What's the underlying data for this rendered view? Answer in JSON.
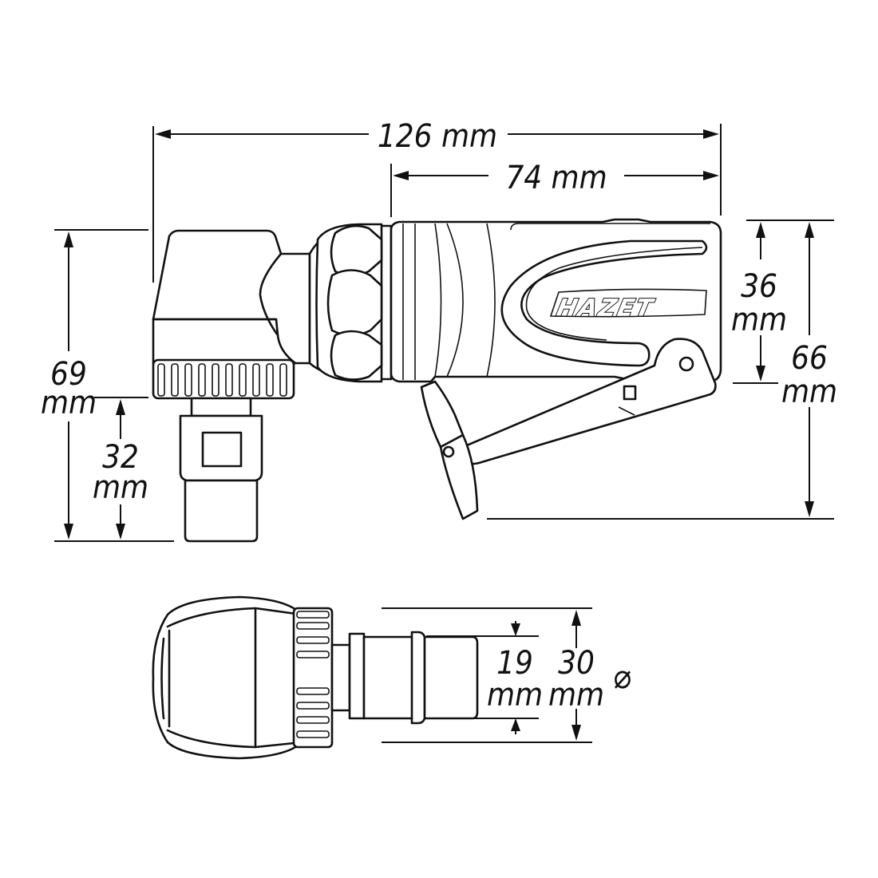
{
  "brand": {
    "logo_text": "HAZET"
  },
  "dimensions": {
    "overall_length": "126 mm",
    "motor_length": "74 mm",
    "body_height_value": "36",
    "body_height_unit": "mm",
    "overall_height_value": "66",
    "overall_height_unit": "mm",
    "head_height_value": "69",
    "head_height_unit": "mm",
    "socket_height_value": "32",
    "socket_height_unit": "mm",
    "inner_diameter_value": "19",
    "inner_diameter_unit": "mm",
    "outer_diameter_value": "30",
    "outer_diameter_unit": "mm",
    "diameter_symbol": "⌀"
  }
}
